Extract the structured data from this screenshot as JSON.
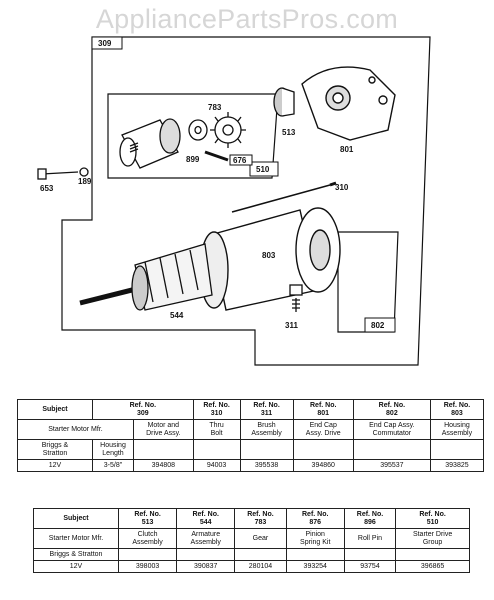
{
  "watermark": "AppliancePartsPros.com",
  "callouts": {
    "c309": "309",
    "c783": "783",
    "c513": "513",
    "c801": "801",
    "c899": "899",
    "c676": "676",
    "c510": "510",
    "c653": "653",
    "c189": "189",
    "c310": "310",
    "c803": "803",
    "c544": "544",
    "c311": "311",
    "c802": "802"
  },
  "table1": {
    "subject": "Subject",
    "refs": [
      {
        "ref": "Ref. No.",
        "num": "309",
        "desc1": "Motor and",
        "desc2": "Drive Assy.",
        "part": "394808"
      },
      {
        "ref": "Ref. No.",
        "num": "310",
        "desc1": "Thru",
        "desc2": "Bolt",
        "part": "94003"
      },
      {
        "ref": "Ref. No.",
        "num": "311",
        "desc1": "Brush",
        "desc2": "Assembly",
        "part": "395538"
      },
      {
        "ref": "Ref. No.",
        "num": "801",
        "desc1": "End Cap",
        "desc2": "Assy. Drive",
        "part": "394860"
      },
      {
        "ref": "Ref. No.",
        "num": "802",
        "desc1": "End Cap Assy.",
        "desc2": "Commutator",
        "part": "395537"
      },
      {
        "ref": "Ref. No.",
        "num": "803",
        "desc1": "Housing",
        "desc2": "Assembly",
        "part": "393825"
      }
    ],
    "mfr_label": "Starter Motor Mfr.",
    "maker1": "Briggs &",
    "maker2": "Stratton",
    "hl1": "Housing",
    "hl2": "Length",
    "volt": "12V",
    "length": "3-5/8\""
  },
  "table2": {
    "subject": "Subject",
    "refs": [
      {
        "ref": "Ref. No.",
        "num": "513",
        "desc1": "Clutch",
        "desc2": "Assembly",
        "part": "398003"
      },
      {
        "ref": "Ref. No.",
        "num": "544",
        "desc1": "Armature",
        "desc2": "Assembly",
        "part": "390837"
      },
      {
        "ref": "Ref. No.",
        "num": "783",
        "desc1": "Gear",
        "desc2": "",
        "part": "280104"
      },
      {
        "ref": "Ref. No.",
        "num": "876",
        "desc1": "Pinion",
        "desc2": "Spring Kit",
        "part": "393254"
      },
      {
        "ref": "Ref. No.",
        "num": "896",
        "desc1": "Roll Pin",
        "desc2": "",
        "part": "93754"
      },
      {
        "ref": "Ref. No.",
        "num": "510",
        "desc1": "Starter Drive",
        "desc2": "Group",
        "part": "396865"
      }
    ],
    "mfr_label": "Starter Motor Mfr.",
    "maker": "Briggs & Stratton",
    "volt": "12V"
  }
}
